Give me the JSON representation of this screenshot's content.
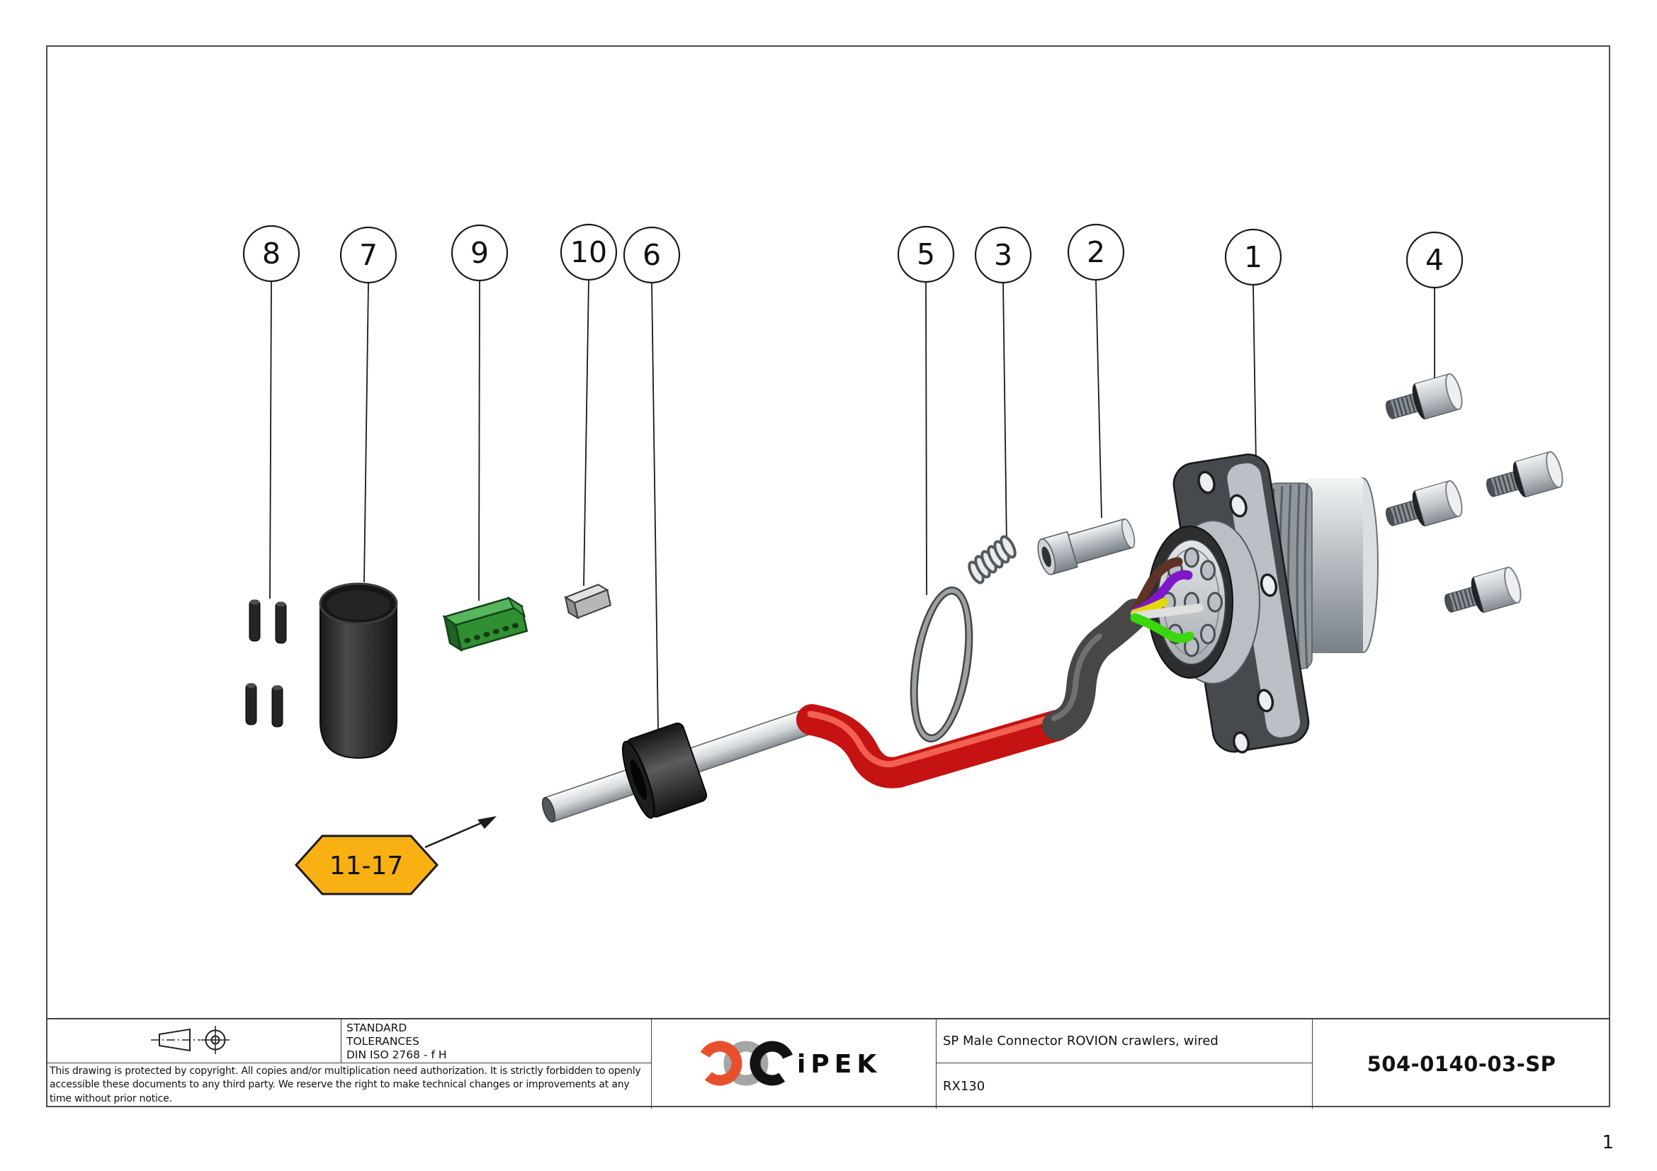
{
  "document": {
    "page_number": "1"
  },
  "balloons": [
    {
      "label": "8"
    },
    {
      "label": "7"
    },
    {
      "label": "9"
    },
    {
      "label": "10"
    },
    {
      "label": "6"
    },
    {
      "label": "5"
    },
    {
      "label": "3"
    },
    {
      "label": "2"
    },
    {
      "label": "1"
    },
    {
      "label": "4"
    }
  ],
  "hex_callout": {
    "text": "11-17"
  },
  "title_block": {
    "tolerances": {
      "line1": "STANDARD",
      "line2": "TOLERANCES",
      "line3": "DIN ISO 2768 - f H"
    },
    "copyright": "This drawing is protected by copyright. All copies and/or multiplication need authorization. It is strictly forbidden to openly accessible these documents to any third party. We reserve the right to make technical changes or improvements at any time without prior notice.",
    "logo": {
      "text": "iPEK"
    },
    "title": "SP Male Connector ROVION crawlers, wired",
    "product": "RX130",
    "part_number": "504-0140-03-SP"
  },
  "colors": {
    "hex_badge": "#F8B013",
    "tube_red": "#C51212",
    "tube_red_highlight": "#FF7B66",
    "cable_gray": "#474747",
    "wire_brown": "#5D3326",
    "wire_purple": "#7E18C8",
    "wire_yellow": "#E3D60C",
    "wire_white": "#DFDFDF",
    "wire_green": "#3BD60E",
    "terminal_green": "#2F8F32",
    "terminal_green_light": "#57B55B",
    "logo_orange": "#E8502D",
    "logo_gray": "#A5A5A5",
    "logo_black": "#121212"
  }
}
